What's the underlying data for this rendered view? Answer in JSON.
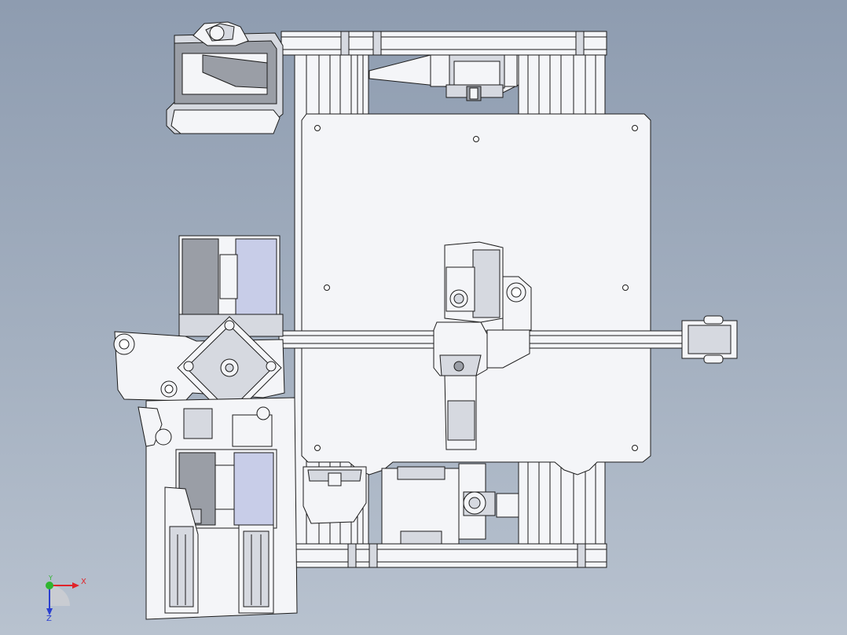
{
  "triad": {
    "x_label": "X",
    "y_label": "Y",
    "z_label": "Z",
    "x_color": "#e0242a",
    "y_color": "#2fb52f",
    "z_color": "#2a3fd0"
  },
  "colors": {
    "background_top": "#8e9cb0",
    "background_bottom": "#b8c2cf",
    "part_white": "#f4f5f8",
    "part_grey": "#d6d9e0",
    "part_dark": "#9a9ea6",
    "part_blue": "#c8cde8",
    "edge": "#1c1c1c"
  }
}
